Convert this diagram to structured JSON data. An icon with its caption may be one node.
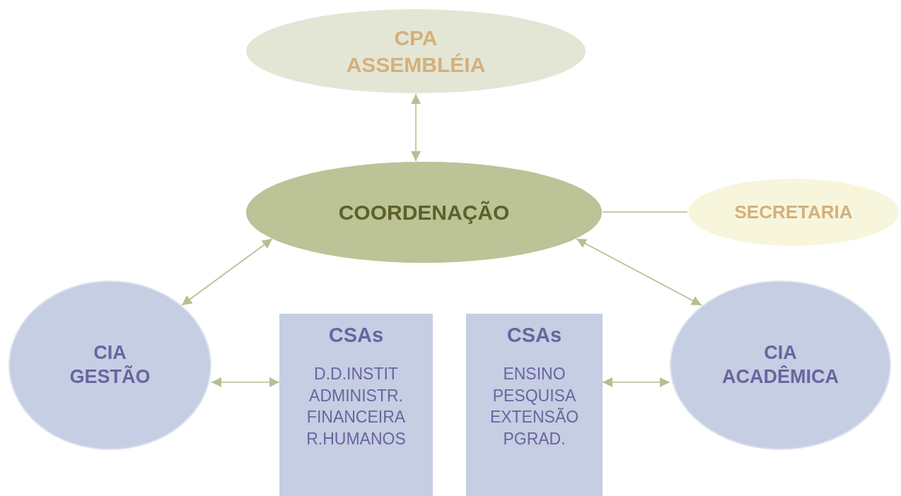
{
  "diagram": {
    "nodes": [
      {
        "text": [
          "CPA ASSEMBLÉIA"
        ]
      },
      {
        "text": [
          "COORDENAÇÃO"
        ]
      },
      {
        "text": [
          "SECRETARIA"
        ]
      },
      {
        "text": [
          "CIA GESTÃO"
        ]
      },
      {
        "text": [
          "CSAs",
          "D.D.INSTIT ADMINISTR. FINANCEIRA R.HUMANOS"
        ]
      },
      {
        "text": [
          "CSAs",
          "ENSINO PESQUISA EXTENSÃO PGRAD."
        ]
      },
      {
        "text": [
          "CIA ACADÊMICA"
        ]
      }
    ],
    "edges": [
      {
        "from": 0,
        "to": 1,
        "arrow": "both"
      },
      {
        "from": 1,
        "to": 2,
        "arrow": "none"
      },
      {
        "from": 1,
        "to": 3,
        "arrow": "both"
      },
      {
        "from": 1,
        "to": 6,
        "arrow": "both"
      },
      {
        "from": 3,
        "to": 4,
        "arrow": "both"
      },
      {
        "from": 5,
        "to": 6,
        "arrow": "both"
      }
    ]
  }
}
